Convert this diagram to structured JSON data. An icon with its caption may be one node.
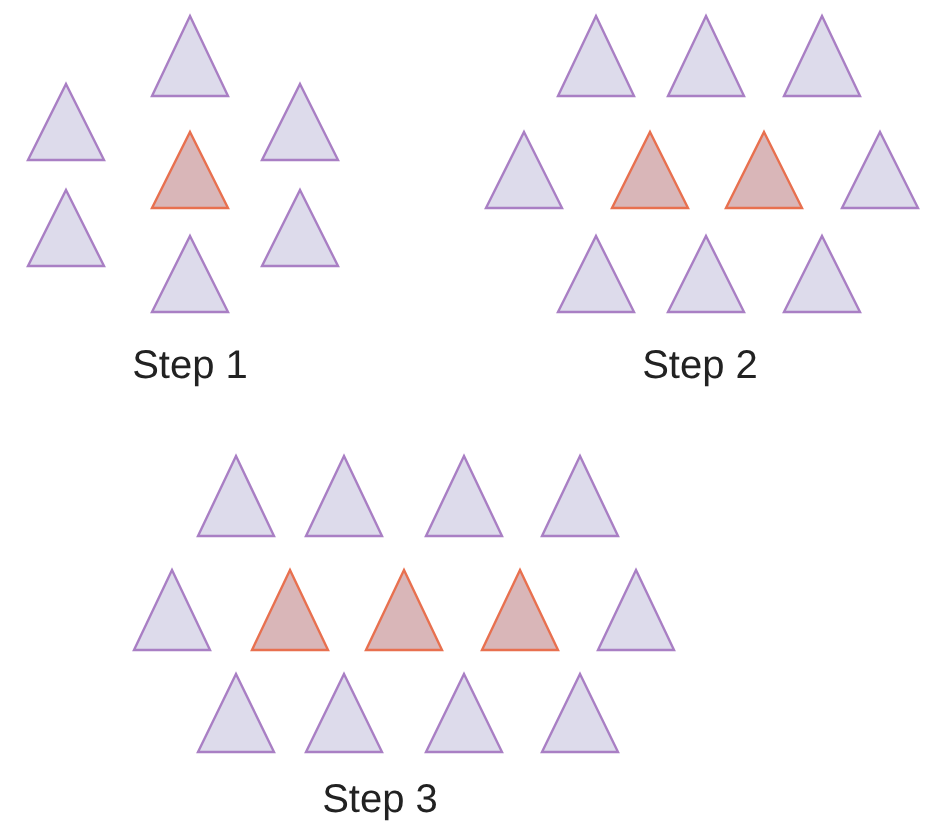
{
  "diagram": {
    "labels": [
      "Step 1",
      "Step 2",
      "Step 3"
    ]
  }
}
